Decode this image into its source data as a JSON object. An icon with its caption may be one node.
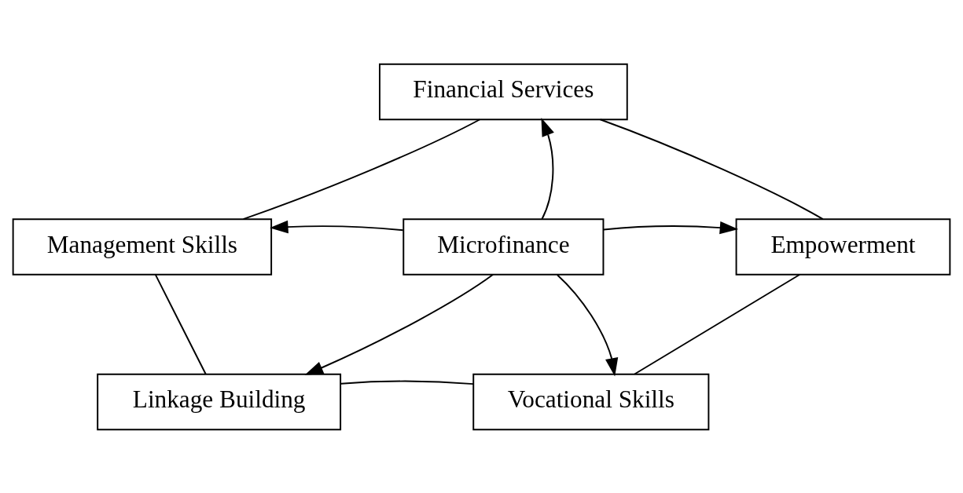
{
  "diagram": {
    "nodes": [
      {
        "text": [
          "Financial Services"
        ]
      },
      {
        "text": [
          "Management Skills"
        ]
      },
      {
        "text": [
          "Empowerment"
        ]
      },
      {
        "text": [
          "Microfinance"
        ]
      },
      {
        "text": [
          "Linkage Building"
        ]
      },
      {
        "text": [
          "Vocational Skills"
        ]
      }
    ],
    "edges": [
      {
        "from": 1,
        "to": 0,
        "arrow": "none"
      },
      {
        "from": 0,
        "to": 2,
        "arrow": "none"
      },
      {
        "from": 3,
        "to": 0,
        "arrow": "to"
      },
      {
        "from": 3,
        "to": 1,
        "arrow": "to"
      },
      {
        "from": 3,
        "to": 2,
        "arrow": "to"
      },
      {
        "from": 3,
        "to": 4,
        "arrow": "to"
      },
      {
        "from": 3,
        "to": 5,
        "arrow": "to"
      },
      {
        "from": 1,
        "to": 4,
        "arrow": "none"
      },
      {
        "from": 2,
        "to": 5,
        "arrow": "none"
      },
      {
        "from": 4,
        "to": 5,
        "arrow": "none"
      }
    ]
  }
}
